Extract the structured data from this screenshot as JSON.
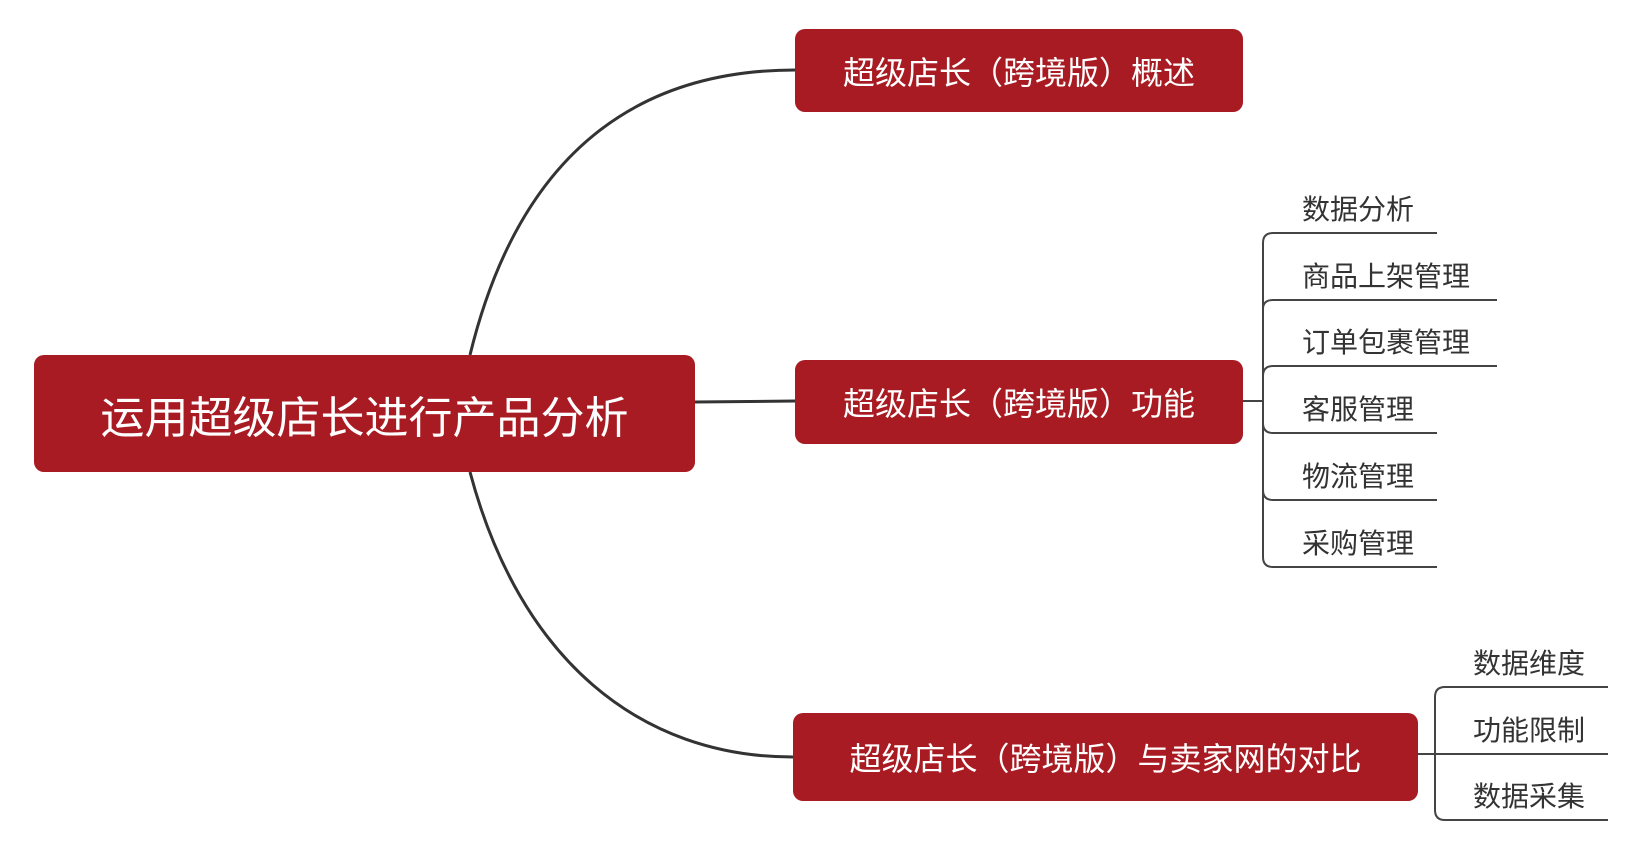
{
  "root": {
    "label": "运用超级店长进行产品分析"
  },
  "branches": [
    {
      "label": "超级店长（跨境版）概述",
      "children": []
    },
    {
      "label": "超级店长（跨境版）功能",
      "children": [
        "数据分析",
        "商品上架管理",
        "订单包裹管理",
        "客服管理",
        "物流管理",
        "采购管理"
      ]
    },
    {
      "label": "超级店长（跨境版）与卖家网的对比",
      "children": [
        "数据维度",
        "功能限制",
        "数据采集"
      ]
    }
  ],
  "colors": {
    "node_fill": "#a91b22",
    "line": "#333333"
  }
}
